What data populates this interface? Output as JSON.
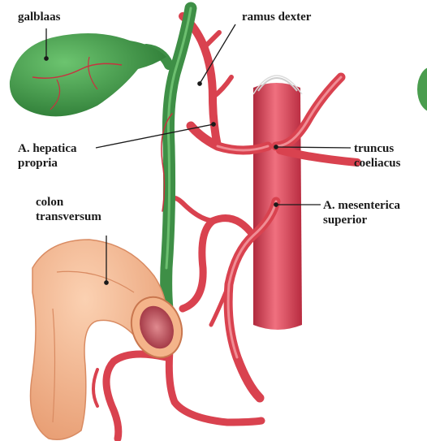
{
  "labels": {
    "gallbladder": "galblaas",
    "right_branch": "ramus dexter",
    "hepatic_artery": "A. hepatica\npropria",
    "celiac_trunk": "truncus\ncoeliacus",
    "transverse_colon": "colon\ntransversum",
    "sma": "A. mesenterica\nsuperior"
  },
  "colors": {
    "artery": "#d9424f",
    "artery_light": "#ee8b92",
    "artery_dark": "#a82836",
    "aorta": "#e0455a",
    "bile_duct": "#3e8f46",
    "gallbladder": "#4a9d4e",
    "colon": "#f4b48a",
    "colon_dark": "#d98b62",
    "leader_line": "#1a1a1a"
  }
}
